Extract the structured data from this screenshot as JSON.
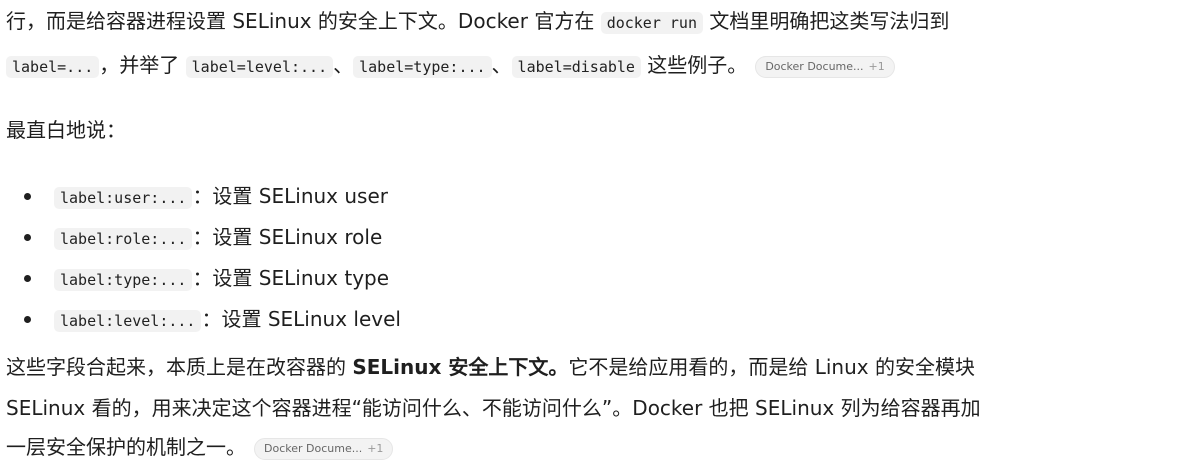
{
  "p1": {
    "l1_a": "行，而是给容器进程设置 SELinux 的安全上下文。Docker 官方在 ",
    "l1_code": "docker run",
    "l1_b": " 文档里明确把这类写法归到",
    "l2_code1": "label=...",
    "l2_t1": "，并举了 ",
    "l2_code2": "label=level:...",
    "l2_t2": "、",
    "l2_code3": "label=type:...",
    "l2_t3": "、",
    "l2_code4": "label=disable",
    "l2_t4": " 这些例子。",
    "cite_label": "Docker Docume...",
    "cite_more": "+1"
  },
  "intro": "最直白地说：",
  "bullets": [
    {
      "code": "label:user:...",
      "text": "：设置 SELinux user"
    },
    {
      "code": "label:role:...",
      "text": "：设置 SELinux role"
    },
    {
      "code": "label:type:...",
      "text": "：设置 SELinux type"
    },
    {
      "code": "label:level:...",
      "text": "：设置 SELinux level"
    }
  ],
  "p3": {
    "l1_a": "这些字段合起来，本质上是在改容器的 ",
    "l1_bold": "SELinux 安全上下文。",
    "l1_b": "它不是给应用看的，而是给 Linux 的安全模块",
    "l2": "SELinux 看的，用来决定这个容器进程“能访问什么、不能访问什么”。Docker 也把 SELinux 列为给容器再加",
    "l3": "一层安全保护的机制之一。",
    "cite_label": "Docker Docume...",
    "cite_more": "+1"
  }
}
